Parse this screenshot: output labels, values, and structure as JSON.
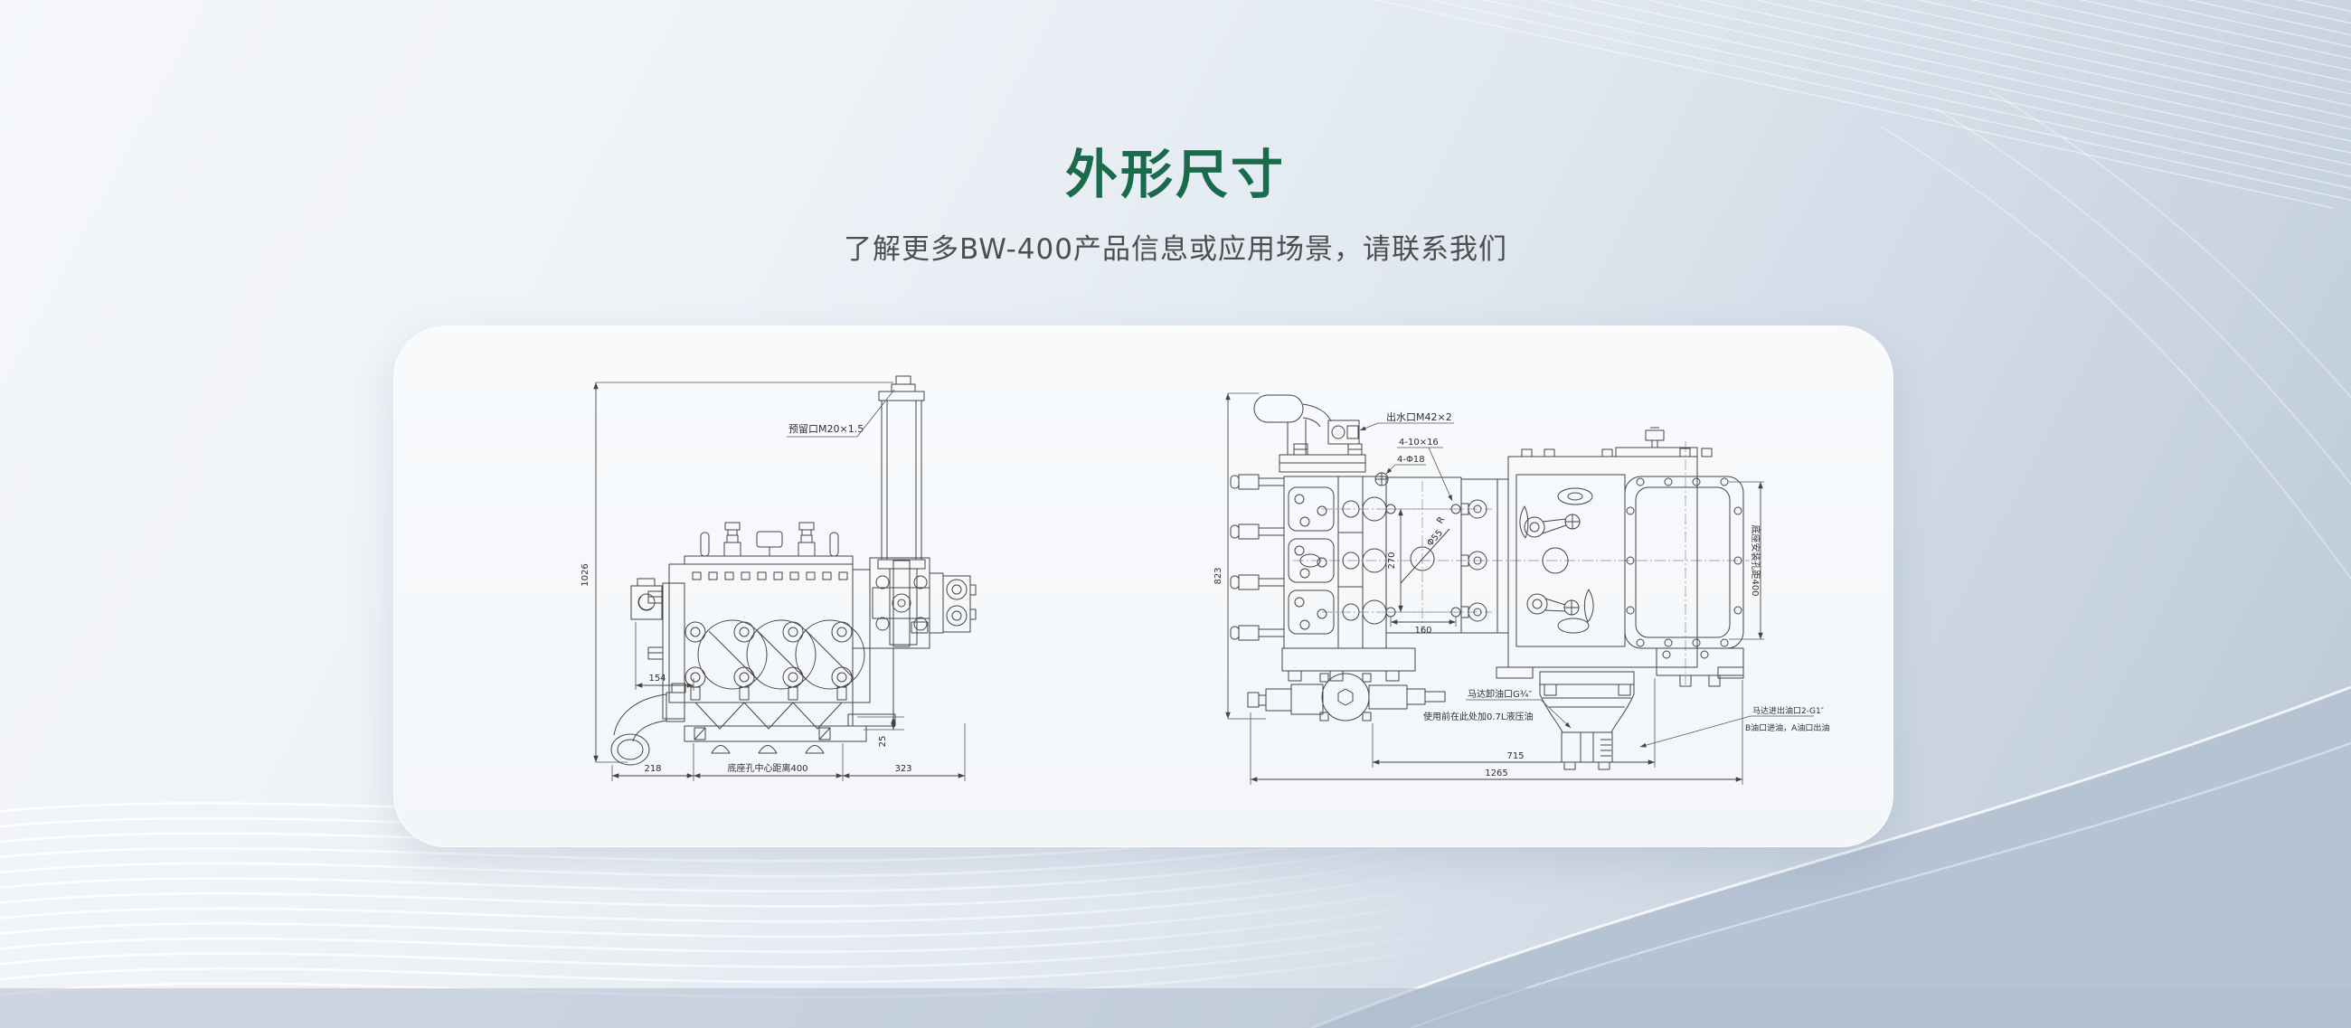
{
  "page": {
    "title": "外形尺寸",
    "subtitle": "了解更多BW-400产品信息或应用场景，请联系我们"
  },
  "colors": {
    "accent_green": "#1a6a4c",
    "card_background": "#f5f8fa",
    "background_top": "#f5f7fa",
    "background_bottom": "#b7c4d3"
  },
  "drawings": {
    "front_view": {
      "labels": {
        "reserved_port": "预留口M20×1.5",
        "overall_height": "1026",
        "flange_offset": "154",
        "base_height": "25",
        "foot_left": "218",
        "base_hole_center_distance": "底座孔中心距离400",
        "foot_right": "323"
      }
    },
    "top_view": {
      "labels": {
        "outlet_port": "出水口M42×2",
        "bolt_holes": "4-10×16",
        "through_holes": "4-Φ18",
        "radius_mark": "R",
        "center_bore": "Φ55",
        "hole_spacing_v": "270",
        "hole_spacing_h": "160",
        "overall_width": "823",
        "base_mount_hole_distance": "底座安装孔距400",
        "motor_drain_port": "马达卸油口G¾″",
        "oil_fill_note": "使用前在此处加0.7L液压油",
        "motor_ports": "马达进出油口2-G1″",
        "oil_flow_note": "B油口进油，A油口出油",
        "length_715": "715",
        "overall_length": "1265"
      }
    }
  }
}
